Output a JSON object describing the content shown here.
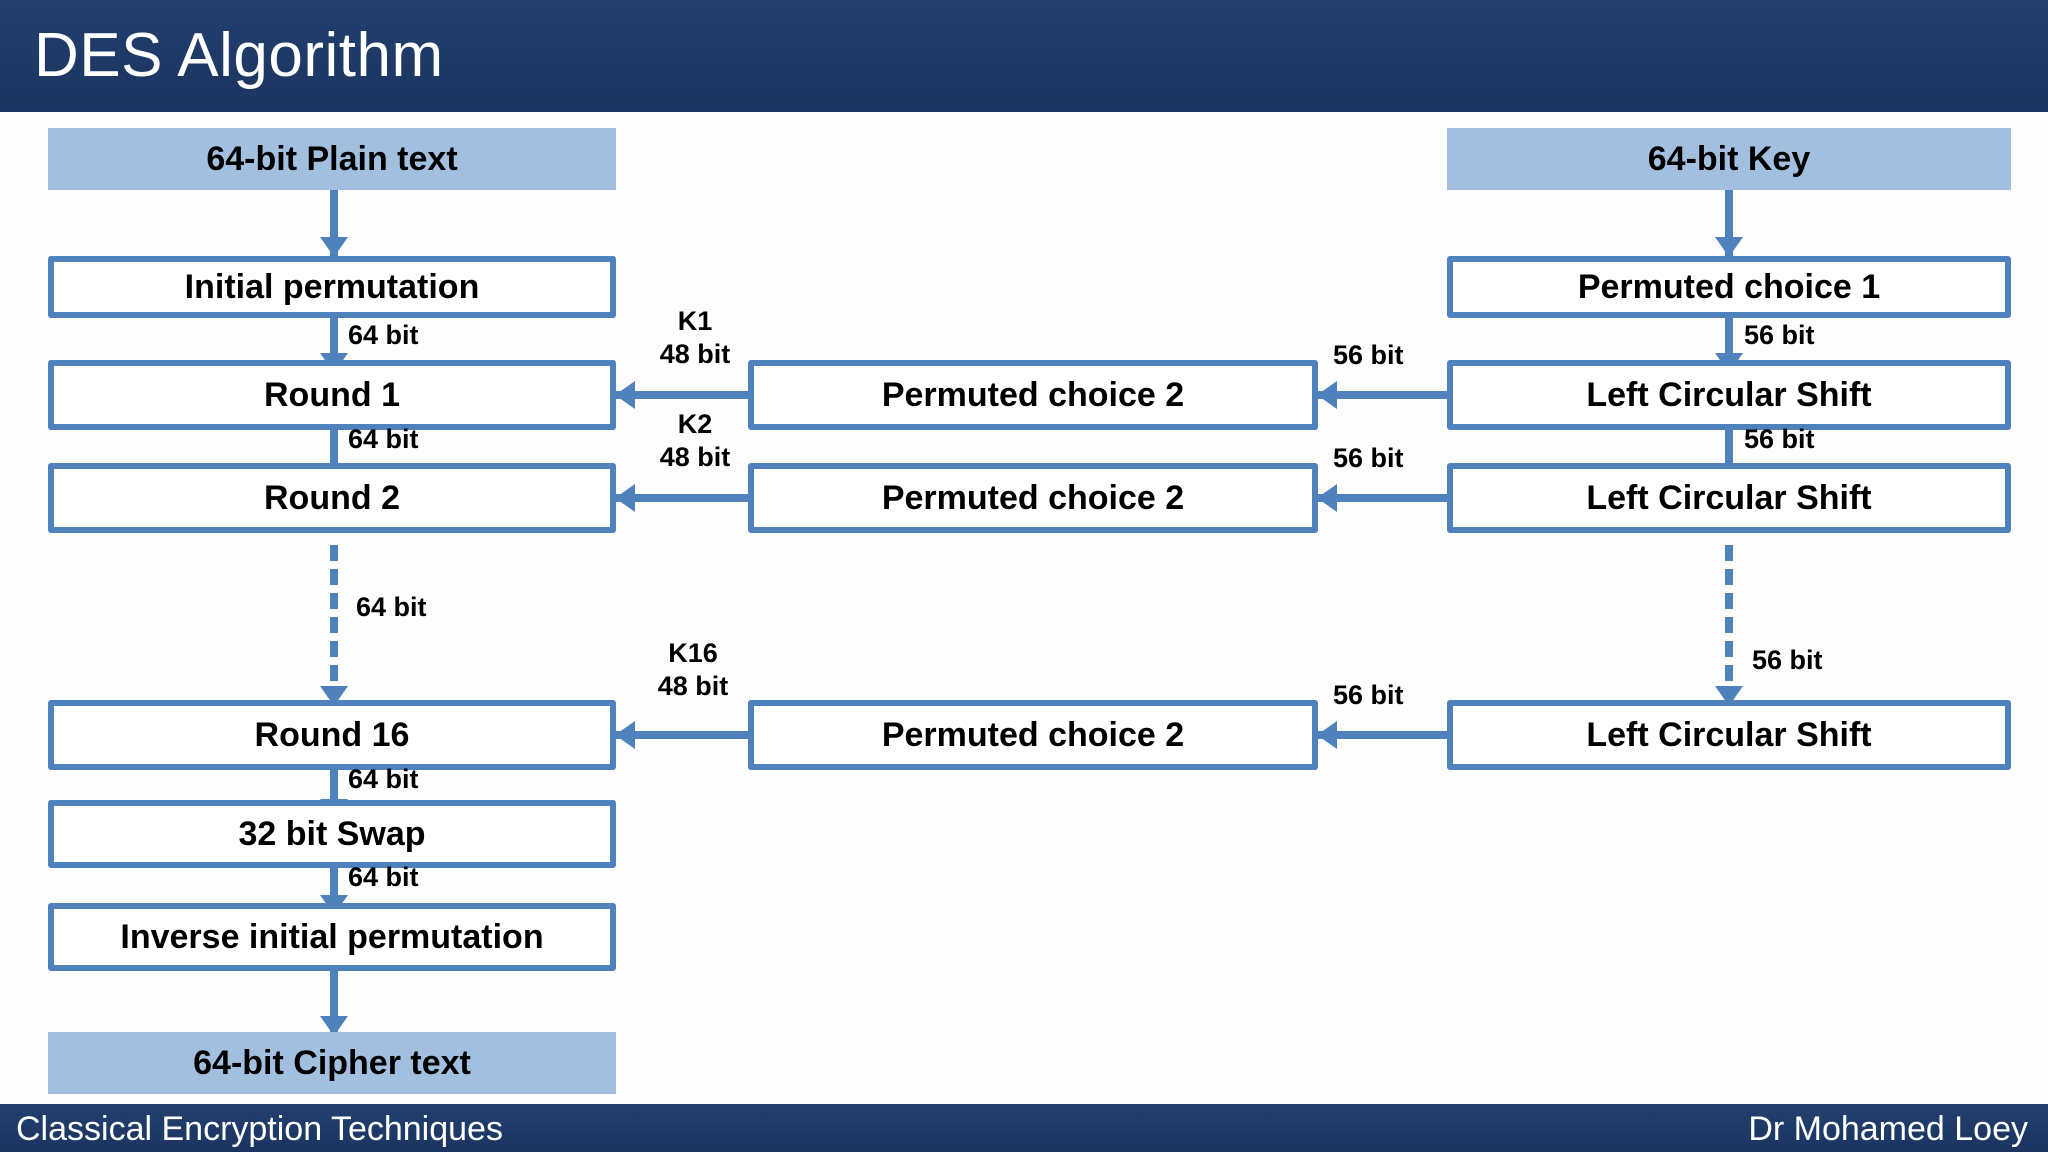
{
  "header": {
    "title": "DES Algorithm"
  },
  "footer": {
    "left": "Classical Encryption Techniques",
    "right": "Dr Mohamed Loey"
  },
  "colors": {
    "header_bg": "#1f3864",
    "footer_bg": "#1f3864",
    "node_fill": "#a3bfdf",
    "node_border": "#4f81bd",
    "arrow": "#4f81bd",
    "slide_bg": "#ffffff",
    "text": "#000000",
    "header_text": "#ffffff"
  },
  "diagram": {
    "type": "flowchart",
    "nodes": {
      "plain_text": "64-bit Plain text",
      "initial_permutation": "Initial permutation",
      "round_1": "Round 1",
      "round_2": "Round 2",
      "round_16": "Round 16",
      "swap": "32 bit Swap",
      "inverse_permutation": "Inverse initial permutation",
      "cipher_text": "64-bit Cipher text",
      "key": "64-bit Key",
      "permuted_choice_1": "Permuted choice 1",
      "permuted_choice_2_a": "Permuted choice 2",
      "permuted_choice_2_b": "Permuted choice 2",
      "permuted_choice_2_c": "Permuted choice 2",
      "left_shift_1": "Left Circular Shift",
      "left_shift_2": "Left Circular Shift",
      "left_shift_3": "Left Circular Shift"
    },
    "edge_labels": {
      "ip_to_r1": "64 bit",
      "r1_to_r2": "64 bit",
      "r2_to_dashed": "64 bit",
      "r16_to_swap": "64 bit",
      "swap_to_inv": "64 bit",
      "k1": "K1",
      "k1_bits": "48 bit",
      "k2": "K2",
      "k2_bits": "48 bit",
      "k16": "K16",
      "k16_bits": "48 bit",
      "pc1_to_lcs1": "56 bit",
      "lcs1_to_lcs2": "56 bit",
      "lcs2_dashed": "56 bit",
      "lcs1_to_pc2a": "56 bit",
      "lcs2_to_pc2b": "56 bit",
      "lcs3_to_pc2c": "56 bit"
    }
  }
}
